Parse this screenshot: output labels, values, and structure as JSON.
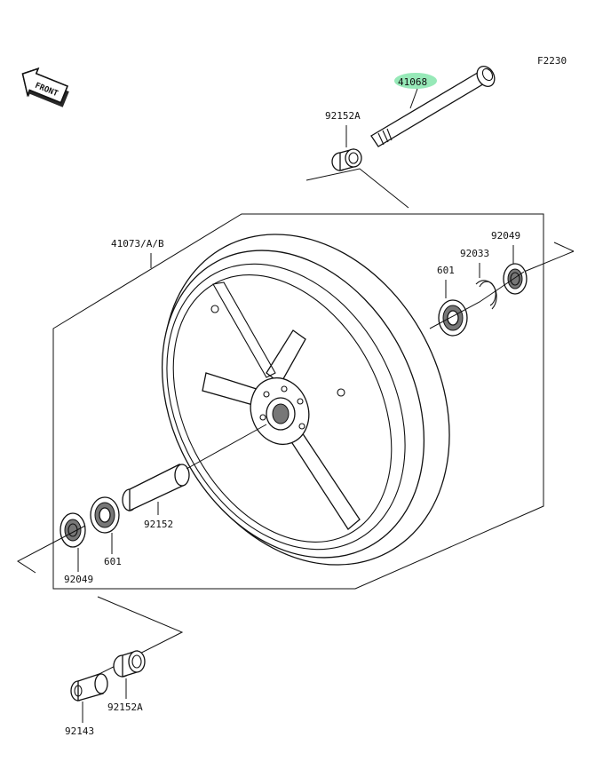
{
  "figure_code": "F2230",
  "front_label": "FRONT",
  "highlight_color": "#7de3a6",
  "parts": {
    "axle": "41068",
    "collar_top": "92152A",
    "wheel": "41073/A/B",
    "seal_right": "92049",
    "circlip": "92033",
    "bearing_right": "601",
    "spacer": "92152",
    "bearing_left": "601",
    "seal_left": "92049",
    "collar_bottom": "92152A",
    "collar_small": "92143"
  }
}
